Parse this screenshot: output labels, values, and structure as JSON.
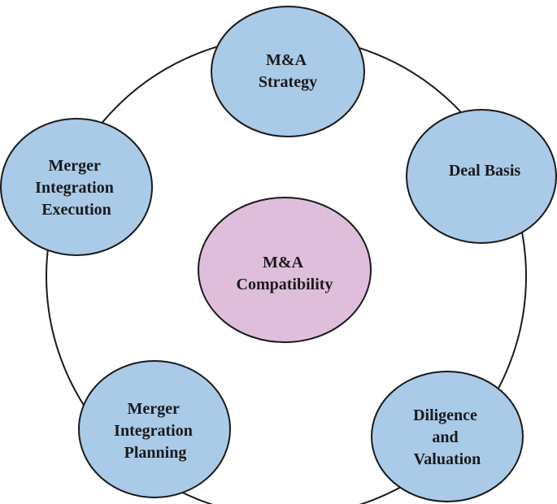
{
  "colors": {
    "outer_node_fill": "#a9cbe8",
    "center_node_fill": "#dfbedc",
    "stroke": "#1a1a1a",
    "text": "#1a1a1a",
    "background": "#ffffff"
  },
  "center": {
    "lines": [
      "M&A",
      "Compatibility"
    ]
  },
  "nodes": [
    {
      "id": "strategy",
      "lines": [
        "M&A",
        "Strategy"
      ]
    },
    {
      "id": "deal-basis",
      "lines": [
        "Deal Basis"
      ]
    },
    {
      "id": "diligence",
      "lines": [
        "Diligence",
        "and",
        "Valuation"
      ]
    },
    {
      "id": "planning",
      "lines": [
        "Merger",
        "Integration",
        "Planning"
      ]
    },
    {
      "id": "execution",
      "lines": [
        "Merger",
        "Integration",
        "Execution"
      ]
    }
  ]
}
